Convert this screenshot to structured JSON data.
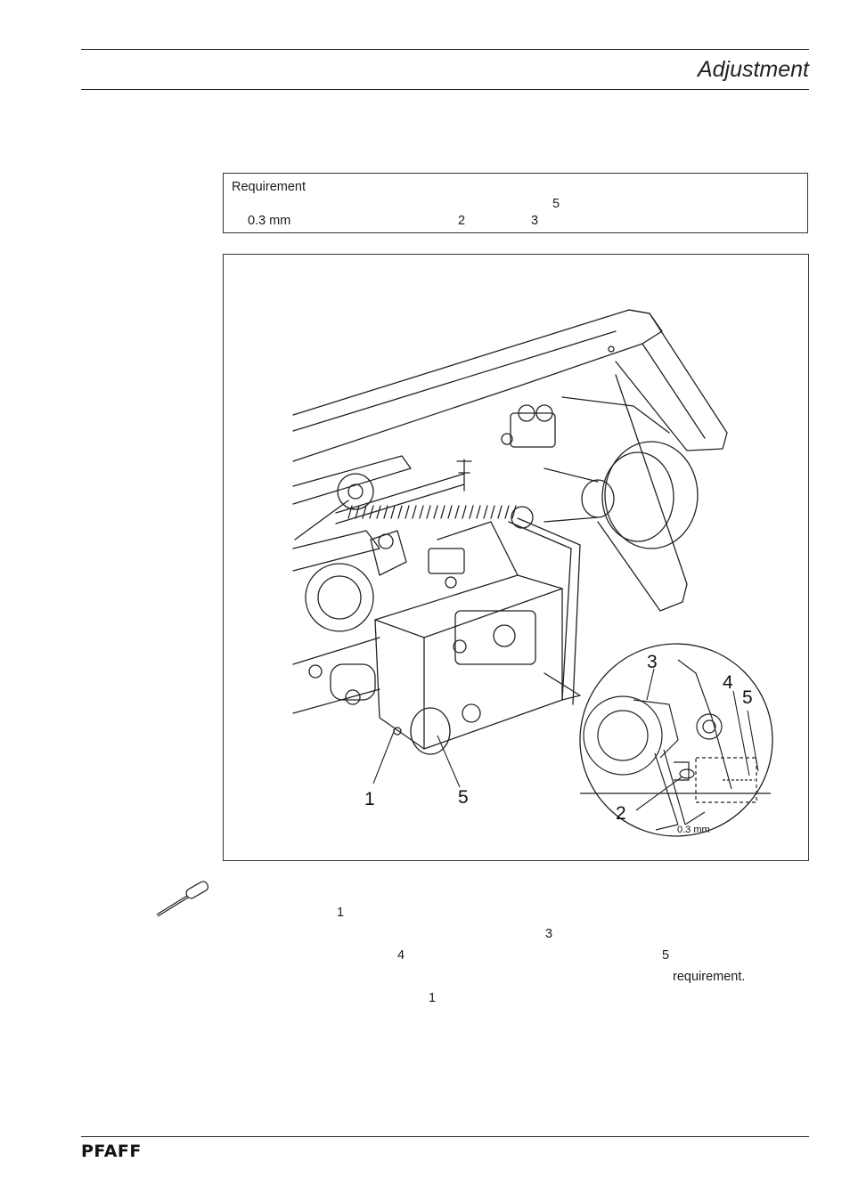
{
  "header": {
    "section_title": "Adjustment"
  },
  "requirement_box": {
    "heading": "Requirement",
    "ref_5": "5",
    "measurement": "0.3 mm",
    "ref_2": "2",
    "ref_3": "3"
  },
  "figure": {
    "callout_1": "1",
    "callout_5_main": "5",
    "callout_3": "3",
    "callout_4": "4",
    "callout_5_inset": "5",
    "callout_2": "2",
    "dimension": "0.3 mm"
  },
  "procedure": {
    "tool_icon": "screwdriver-icon",
    "ref_1a": "1",
    "ref_3": "3",
    "ref_4": "4",
    "ref_5": "5",
    "requirement_word": "requirement.",
    "ref_1b": "1"
  },
  "footer": {
    "brand": "PFAFF"
  }
}
